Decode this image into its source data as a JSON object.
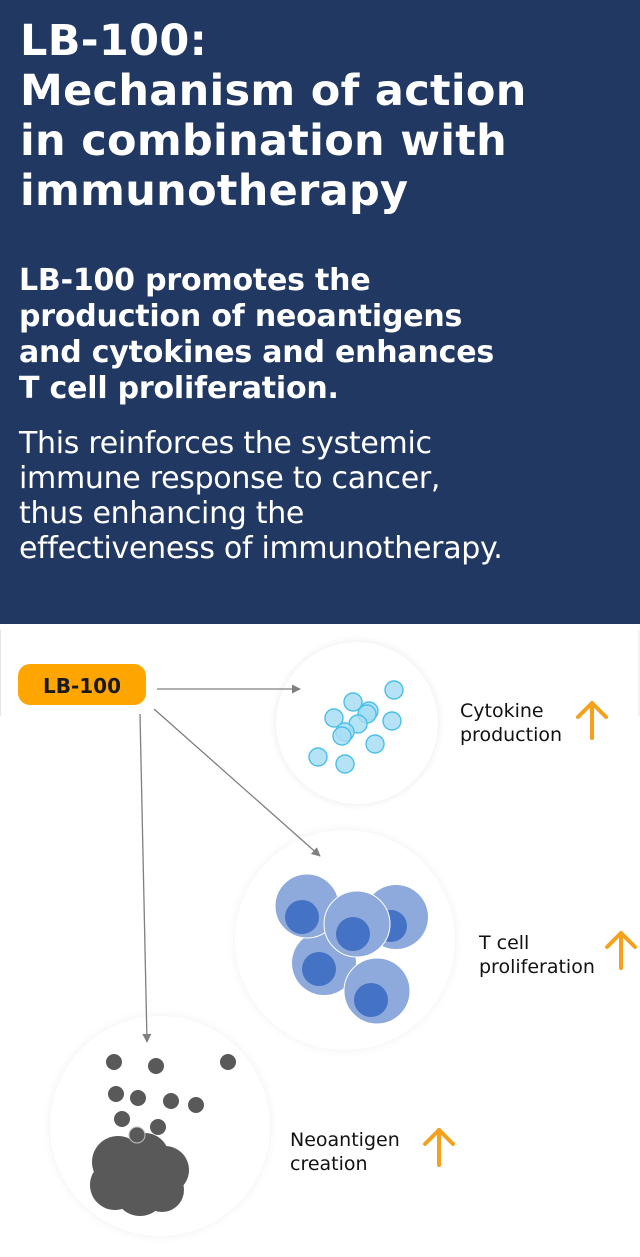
{
  "header": {
    "title_lines": [
      "LB-100:",
      "Mechanism of action",
      "in combination with",
      "immunotherapy"
    ],
    "subtitle_lines": [
      "LB-100 promotes the",
      "production of neoantigens",
      "and cytokines and enhances",
      "T cell proliferation."
    ],
    "body_lines": [
      "This reinforces the systemic",
      "immune response to cancer,",
      "thus enhancing the",
      "effectiveness of immunotherapy."
    ]
  },
  "colors": {
    "header_bg": "#213863",
    "badge": "#FFA500",
    "arrow_up": "#F5A11C",
    "cytokine_fill": "#A8DDF3",
    "cytokine_stroke": "#4BC0E8",
    "tcell_outer": "#8EA9DB",
    "tcell_nucleus": "#4472C4",
    "neoantigen": "#595959",
    "connector": "#808080"
  },
  "diagram": {
    "source_badge": "LB-100",
    "effects": [
      {
        "id": "cytokine",
        "label_lines": [
          "Cytokine",
          "production"
        ],
        "trend": "up",
        "trend_icon": "arrow-up-icon"
      },
      {
        "id": "tcell",
        "label_lines": [
          "T cell",
          "proliferation"
        ],
        "trend": "up",
        "trend_icon": "arrow-up-icon"
      },
      {
        "id": "neoantigen",
        "label_lines": [
          "Neoantigen",
          "creation"
        ],
        "trend": "up",
        "trend_icon": "arrow-up-icon"
      }
    ]
  }
}
